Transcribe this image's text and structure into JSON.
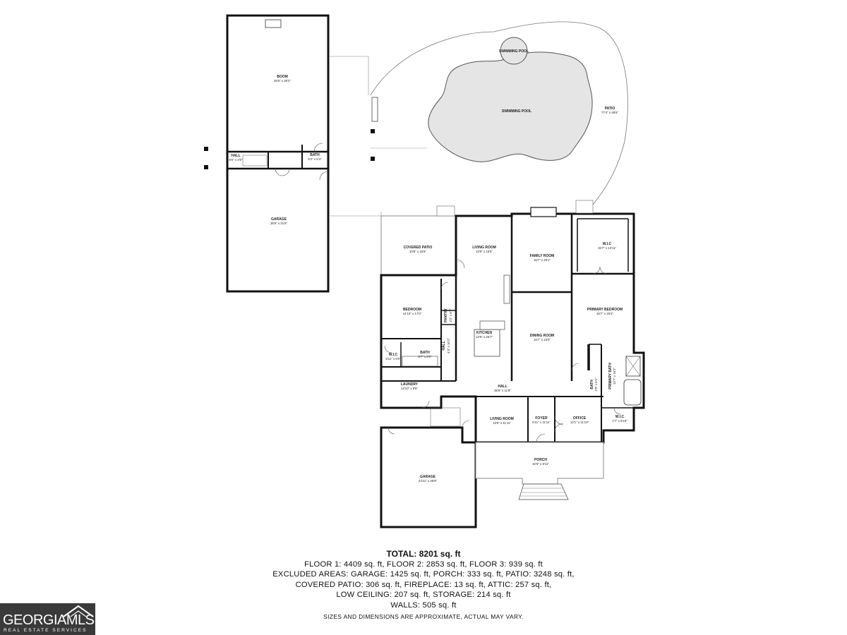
{
  "rooms": {
    "boom": {
      "name": "BOOM",
      "dims": "25'5\" x 30'2\""
    },
    "hall_upper": {
      "name": "HALL",
      "dims": "6'0\" x 3'0\""
    },
    "bath_upper": {
      "name": "BATH",
      "dims": "6'2\" x 5'4\""
    },
    "garage_upper": {
      "name": "GARAGE",
      "dims": "25'6\" x 31'9\""
    },
    "swimming_pool_small": {
      "name": "SWIMMING POOL"
    },
    "swimming_pool": {
      "name": "SWIMMING POOL"
    },
    "patio": {
      "name": "PATIO",
      "dims": "77'4\" x 48'6\""
    },
    "covered_patio": {
      "name": "COVERED PATIO",
      "dims": "10'8\" x 15'6\""
    },
    "living_room_1": {
      "name": "LIVING ROOM",
      "dims": "13'9\" x 15'6\""
    },
    "family_room": {
      "name": "FAMILY ROOM",
      "dims": "16'7\" x 20'1\""
    },
    "wic_primary": {
      "name": "W.I.C",
      "dims": "15'7\" x 13'11\""
    },
    "bedroom": {
      "name": "BEDROOM",
      "dims": "14'10\" x 17'0\""
    },
    "pantry": {
      "name": "PANTRY",
      "dims": "4'2\" x 8'7\""
    },
    "kitchen": {
      "name": "KITCHEN",
      "dims": "13'9\" x 26'7\""
    },
    "dining_room": {
      "name": "DINING ROOM",
      "dims": "16'7\" x 23'0\""
    },
    "primary_bedroom": {
      "name": "PRIMARY BEDROOM",
      "dims": "15'7\" x 20'4\""
    },
    "wic_bedroom": {
      "name": "W.I.C",
      "dims": "5'11\" x 6'0\""
    },
    "bath_bedroom": {
      "name": "BATH",
      "dims": "8'7\" x 6'0\""
    },
    "hall_small": {
      "name": "HALL",
      "dims": "4'3\" x 10'1\""
    },
    "primary_bath": {
      "name": "PRIMARY BATH",
      "dims": "12'7\" x 16'2\""
    },
    "bath_half": {
      "name": "BATH",
      "dims": "2'9\" x 6'1\""
    },
    "laundry": {
      "name": "LAUNDRY",
      "dims": "14'10\" x 9'8\""
    },
    "hall_main": {
      "name": "HALL",
      "dims": "38'8\" x 11'8\""
    },
    "living_room_2": {
      "name": "LIVING ROOM",
      "dims": "13'0\" x 11'11\""
    },
    "foyer": {
      "name": "FOYER",
      "dims": "6'11\" x 11'11\""
    },
    "office": {
      "name": "OFFICE",
      "dims": "12'1\" x 11'10\""
    },
    "wic_bath": {
      "name": "W.I.C",
      "dims": "7'7\" x 5'10\""
    },
    "porch": {
      "name": "PORCH",
      "dims": "32'6\" x 8'11\""
    },
    "garage_main": {
      "name": "GARAGE",
      "dims": "23'11\" x 25'8\""
    }
  },
  "footer": {
    "total": "TOTAL: 8201 sq. ft",
    "lines": [
      "FLOOR 1: 4409 sq. ft, FLOOR 2: 2853 sq. ft, FLOOR 3: 939 sq. ft",
      "EXCLUDED AREAS: GARAGE: 1425 sq. ft, PORCH: 333 sq. ft, PATIO: 3248 sq. ft,",
      "COVERED PATIO: 306 sq. ft, FIREPLACE: 13 sq. ft, ATTIC: 257 sq. ft,",
      "LOW CEILING: 207 sq. ft, STORAGE: 214 sq. ft",
      "WALLS: 505 sq. ft"
    ],
    "disclaimer": "SIZES AND DIMENSIONS ARE APPROXIMATE, ACTUAL MAY VARY."
  },
  "logo": {
    "word": "GEORGIAMLS",
    "sub": "REAL ESTATE SERVICES"
  }
}
